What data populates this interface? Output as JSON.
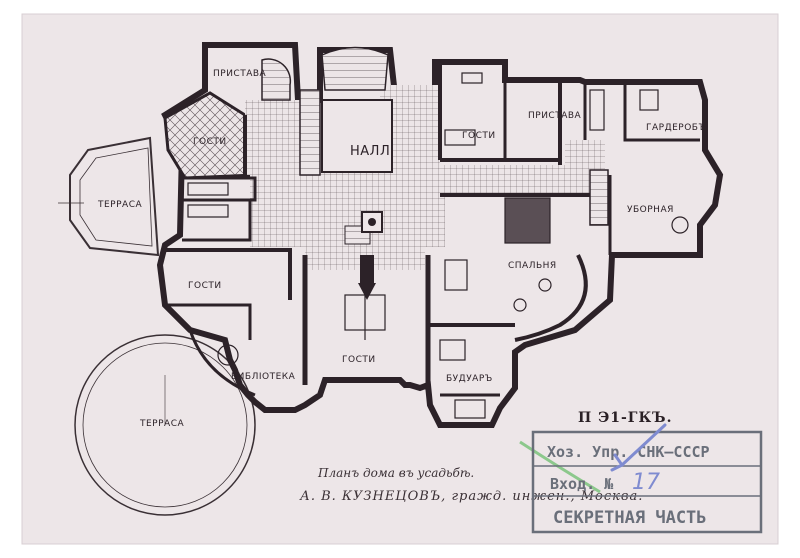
{
  "plan_title": "П Э1-ГКЪ.",
  "rooms": {
    "pristava_left": "ПРИСТАВА",
    "gosti_tl": "ГОСТИ",
    "hall": "НАЛЛ",
    "gosti_top": "ГОСТИ",
    "pristava_right": "ПРИСТАВА",
    "garderob": "ГАРДЕРОБЪ",
    "terrasa_left": "ТЕРРАСА",
    "ubornaya": "УБОРНАЯ",
    "spalnya": "СПАЛЬНЯ",
    "gosti_left": "ГОСТИ",
    "gosti_center": "ГОСТИ",
    "biblioteka": "БИБЛІОТЕКА",
    "buduar": "БУДУАРЪ",
    "terrasa_round": "ТЕРРАСА"
  },
  "caption": {
    "line1": "Планъ дома въ усадьбѣ.",
    "line2": "А. В. КУЗНЕЦОВЪ, гражд. инжен., Москва."
  },
  "stamp": {
    "line1": "Хоз. Упр. СНК—СССР",
    "line2_label": "Вход. №",
    "line2_number": "17",
    "line3": "СЕКРЕТНАЯ ЧАСТЬ"
  },
  "colors": {
    "paper": "#ede6e8",
    "ink": "#2c2228",
    "stamp_ink": "#6a6f7a",
    "marker": "#7f8bd0",
    "green_mark": "#8cc88c"
  }
}
